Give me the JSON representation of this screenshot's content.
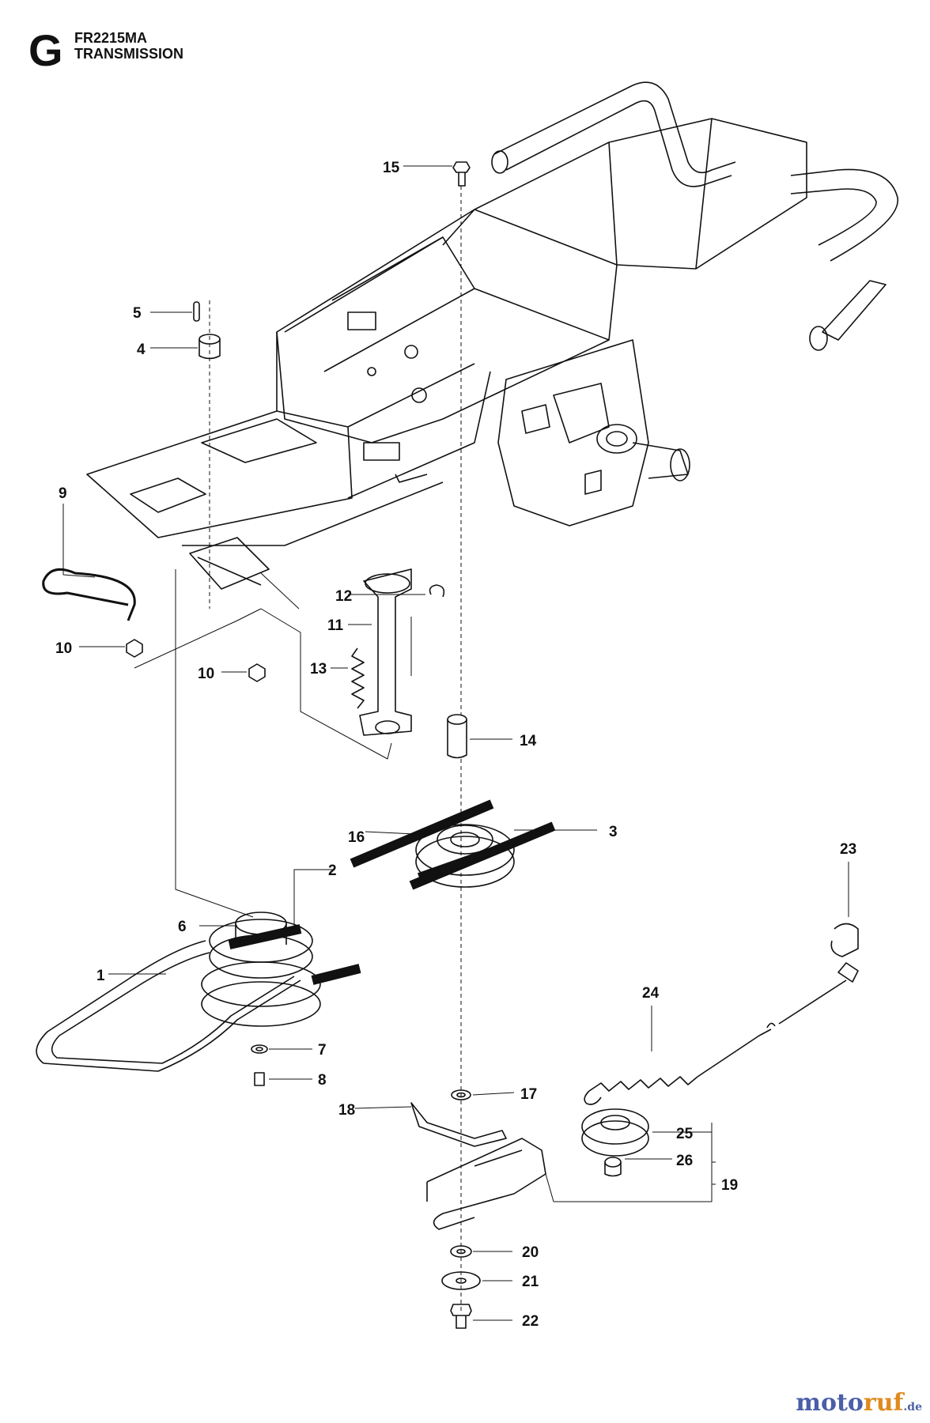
{
  "header": {
    "section_letter": "G",
    "model": "FR2215MA",
    "title": "TRANSMISSION"
  },
  "callouts": [
    {
      "number": "1"
    },
    {
      "number": "2"
    },
    {
      "number": "3"
    },
    {
      "number": "4"
    },
    {
      "number": "5"
    },
    {
      "number": "6"
    },
    {
      "number": "7"
    },
    {
      "number": "8"
    },
    {
      "number": "9"
    },
    {
      "number": "10"
    },
    {
      "number": "10"
    },
    {
      "number": "11"
    },
    {
      "number": "12"
    },
    {
      "number": "13"
    },
    {
      "number": "14"
    },
    {
      "number": "15"
    },
    {
      "number": "16"
    },
    {
      "number": "17"
    },
    {
      "number": "18"
    },
    {
      "number": "19"
    },
    {
      "number": "20"
    },
    {
      "number": "21"
    },
    {
      "number": "22"
    },
    {
      "number": "23"
    },
    {
      "number": "24"
    },
    {
      "number": "25"
    },
    {
      "number": "26"
    }
  ],
  "watermark": {
    "main": "moto",
    "accent": "ruf",
    "suffix": ".de"
  },
  "colors": {
    "line": "#111111",
    "watermark_main": "#4a5fa8",
    "watermark_accent": "#e08a1e"
  }
}
